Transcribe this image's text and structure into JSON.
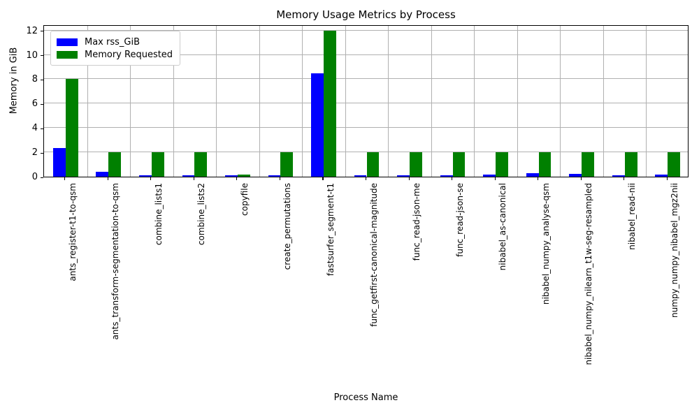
{
  "chart_data": {
    "type": "bar",
    "title": "Memory Usage Metrics by Process",
    "xlabel": "Process Name",
    "ylabel": "Memory in GiB",
    "ylim": [
      0,
      12.5
    ],
    "yticks": [
      0,
      2,
      4,
      6,
      8,
      10,
      12
    ],
    "ytick_labels": [
      "0",
      "2",
      "4",
      "6",
      "8",
      "10",
      "12"
    ],
    "grid": "horizontal-and-vertical",
    "legend_position": "upper left",
    "categories": [
      "ants_register-t1-to-qsm",
      "ants_transform-segmentation-to-qsm",
      "combine_lists1",
      "combine_lists2",
      "copyfile",
      "create_permutations",
      "fastsurfer_segment-t1",
      "func_getfirst-canonical-magnitude",
      "func_read-json-me",
      "func_read-json-se",
      "nibabel_as-canonical",
      "nibabel_numpy_analyse-qsm",
      "nibabel_numpy_nilearn_t1w-seg-resampled",
      "nibabel_read-nii",
      "numpy_numpy_nibabel_mgz2nii"
    ],
    "series": [
      {
        "name": "Max rss_GiB",
        "color": "#0000ff",
        "values": [
          2.35,
          0.42,
          0.12,
          0.12,
          0.12,
          0.12,
          8.5,
          0.12,
          0.12,
          0.12,
          0.18,
          0.3,
          0.25,
          0.12,
          0.17
        ]
      },
      {
        "name": "Memory Requested",
        "color": "#008000",
        "values": [
          8.0,
          2.0,
          2.0,
          2.0,
          0.2,
          2.0,
          12.0,
          2.0,
          2.0,
          2.0,
          2.0,
          2.0,
          2.0,
          2.0,
          2.0
        ]
      }
    ]
  },
  "legend": {
    "items": [
      {
        "label": "Max rss_GiB",
        "color": "#0000ff"
      },
      {
        "label": "Memory Requested",
        "color": "#008000"
      }
    ]
  }
}
